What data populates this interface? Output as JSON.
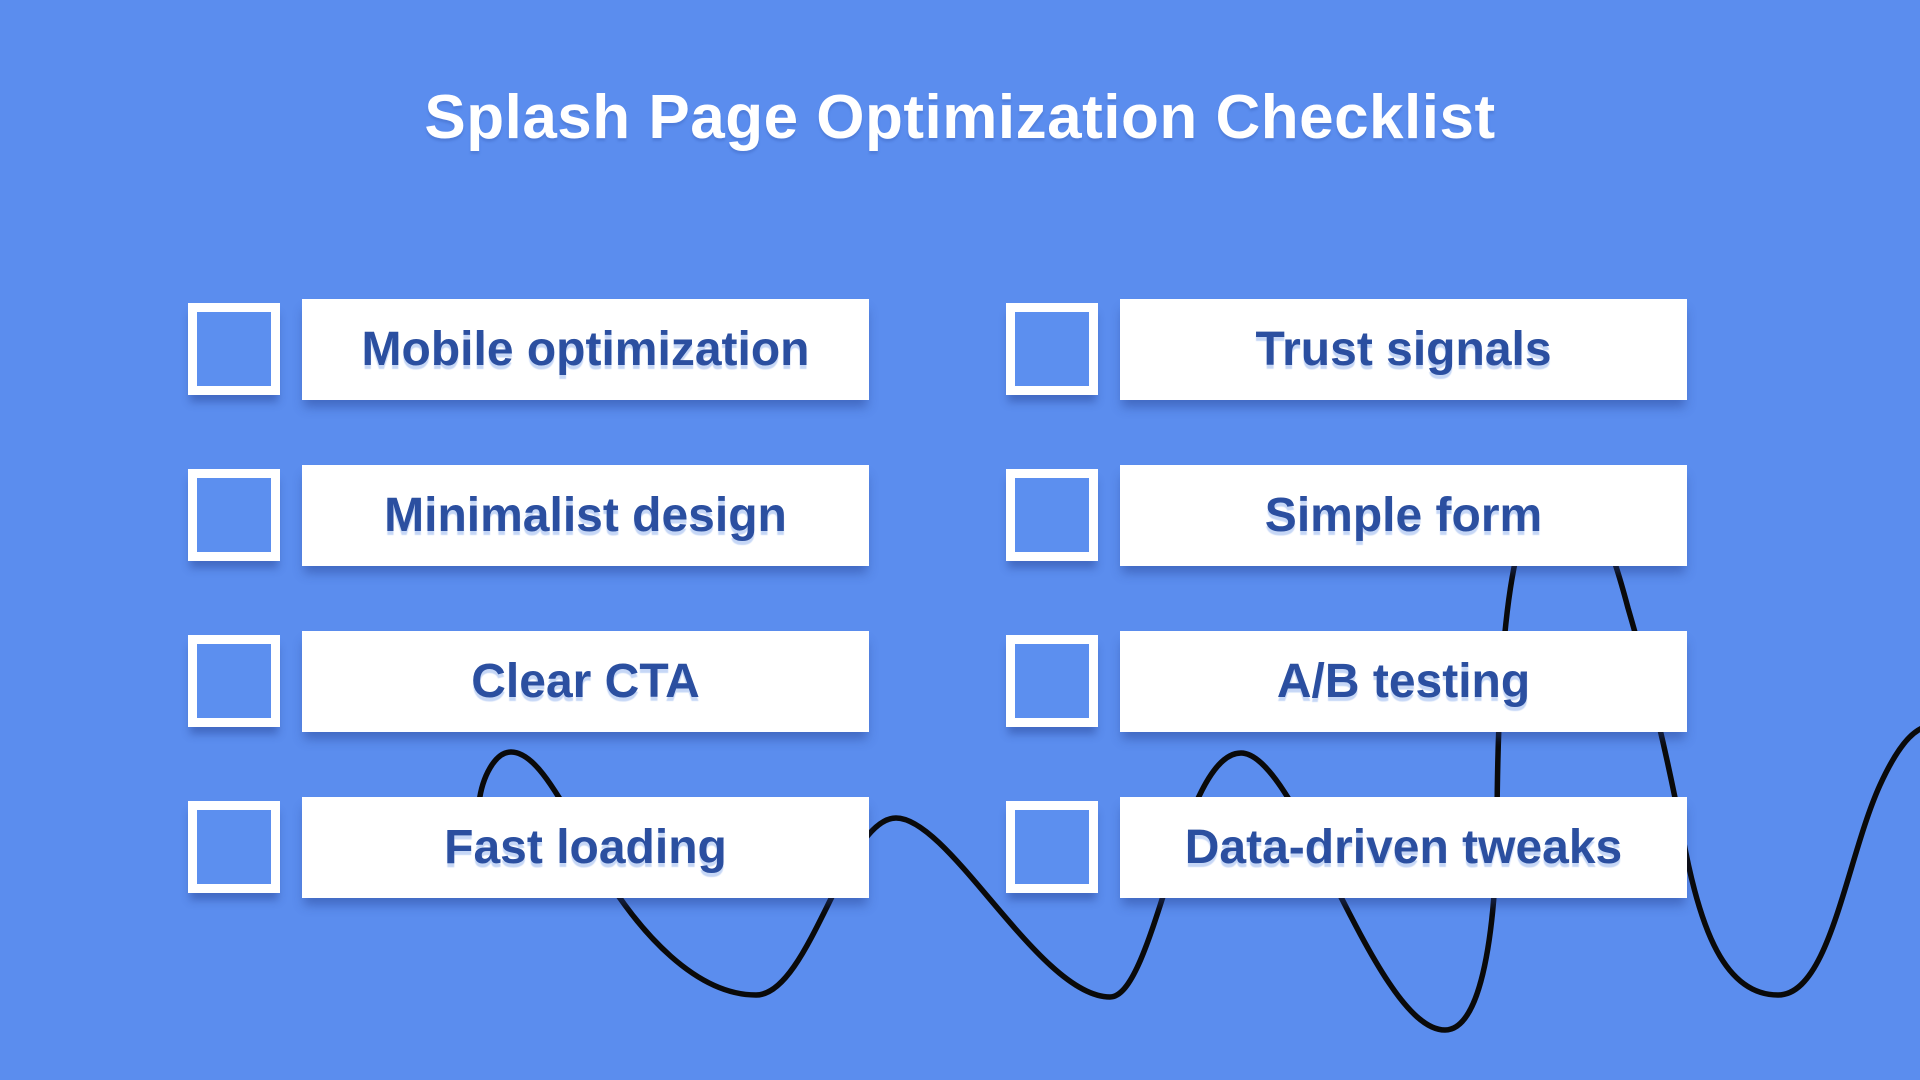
{
  "title": "Splash Page Optimization Checklist",
  "checklist": {
    "columns": [
      {
        "items": [
          {
            "label": "Mobile optimization",
            "checked": false
          },
          {
            "label": "Minimalist design",
            "checked": false
          },
          {
            "label": "Clear CTA",
            "checked": false
          },
          {
            "label": "Fast loading",
            "checked": false
          }
        ]
      },
      {
        "items": [
          {
            "label": "Trust signals",
            "checked": false
          },
          {
            "label": "Simple form",
            "checked": false
          },
          {
            "label": "A/B testing",
            "checked": false
          },
          {
            "label": "Data-driven tweaks",
            "checked": false
          }
        ]
      }
    ]
  },
  "colors": {
    "background": "#5B8DEE",
    "card": "#FFFFFF",
    "label_text": "#2B4FA0",
    "title_text": "#FFFFFF",
    "checkbox_fill": "#5C8FEF",
    "squiggle": "#0A0A0A",
    "shadow": "rgba(35,62,140,0.45)"
  }
}
